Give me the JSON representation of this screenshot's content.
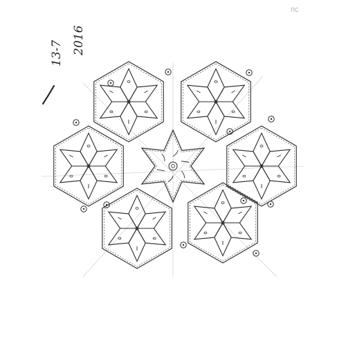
{
  "date_line_1": "13-7",
  "date_line_2": "2016",
  "corner_mark": "ПС",
  "colors": {
    "paper": "#ffffff",
    "ink": "#2a2a2a",
    "faint": "#b8b8b8"
  }
}
